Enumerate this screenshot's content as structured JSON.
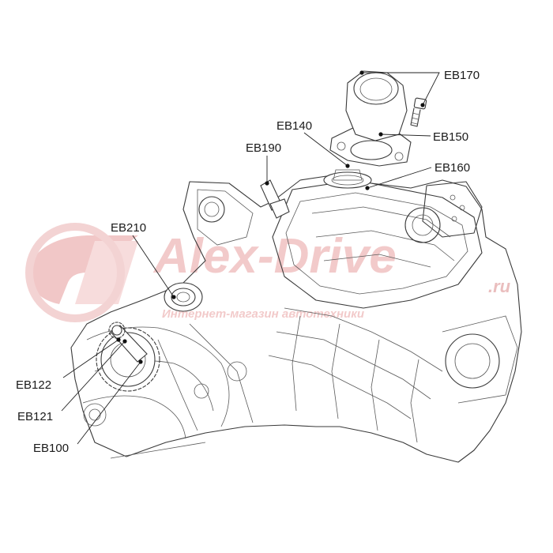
{
  "watermark": {
    "brand": "Alex-Drive",
    "domain": ".ru",
    "tagline": "Интернет-магазин автотехники",
    "color": "#e8a0a0"
  },
  "labels": [
    {
      "id": "EB170",
      "text": "EB170"
    },
    {
      "id": "EB150",
      "text": "EB150"
    },
    {
      "id": "EB140",
      "text": "EB140"
    },
    {
      "id": "EB160",
      "text": "EB160"
    },
    {
      "id": "EB190",
      "text": "EB190"
    },
    {
      "id": "EB210",
      "text": "EB210"
    },
    {
      "id": "EB122",
      "text": "EB122"
    },
    {
      "id": "EB121",
      "text": "EB121"
    },
    {
      "id": "EB100",
      "text": "EB100"
    }
  ]
}
